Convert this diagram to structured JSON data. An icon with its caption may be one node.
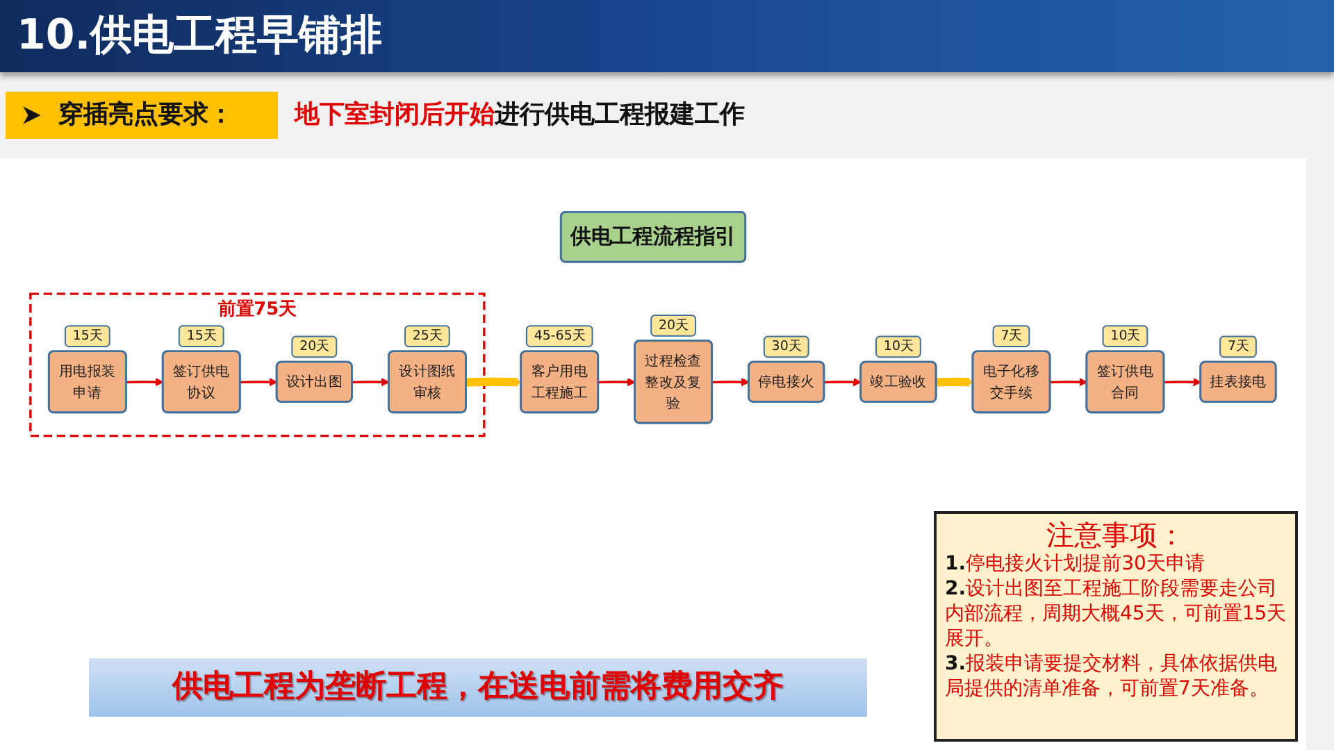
{
  "diagram": {
    "title": "10.供电工程早铺排",
    "nodes": [
      {
        "text": [
          "供电工程流程指引"
        ]
      },
      {
        "text": [
          "前置75天"
        ]
      },
      {
        "text": [
          "用电报装申请"
        ],
        "in": 1,
        "beside": [
          "15天"
        ]
      },
      {
        "text": [
          "签订供电协议"
        ],
        "in": 1,
        "beside": [
          "15天"
        ]
      },
      {
        "text": [
          "设计出图"
        ],
        "in": 1,
        "beside": [
          "20天"
        ]
      },
      {
        "text": [
          "设计图纸审核"
        ],
        "in": 1,
        "beside": [
          "25天"
        ]
      },
      {
        "text": [
          "竣工验收"
        ],
        "beside": [
          "10天"
        ]
      },
      {
        "text": [
          "停电接火"
        ],
        "beside": [
          "30天"
        ]
      },
      {
        "text": [
          "过程检查整改及复验"
        ],
        "beside": [
          "20天"
        ]
      },
      {
        "text": [
          "客户用电工程施工"
        ],
        "beside": [
          "45-65天"
        ]
      },
      {
        "text": [
          "电子化移交手续"
        ],
        "beside": [
          "7天"
        ]
      },
      {
        "text": [
          "签订供电合同"
        ],
        "beside": [
          "10天"
        ]
      },
      {
        "text": [
          "挂表接电"
        ],
        "beside": [
          "7天"
        ]
      }
    ],
    "edges": [
      {
        "from": 2,
        "to": 3,
        "arrow": "to"
      },
      {
        "from": 3,
        "to": 4,
        "arrow": "to"
      },
      {
        "from": 4,
        "to": 5,
        "arrow": "to"
      },
      {
        "from": 5,
        "to": 9,
        "arrow": "to",
        "style": "thick",
        "color": "#ffc000"
      },
      {
        "from": 9,
        "to": 8,
        "arrow": "to"
      },
      {
        "from": 8,
        "to": 7,
        "arrow": "to"
      },
      {
        "from": 7,
        "to": 6,
        "arrow": "to"
      },
      {
        "from": 6,
        "to": 10,
        "arrow": "to",
        "style": "thick",
        "color": "#ffc000"
      },
      {
        "from": 10,
        "to": 11,
        "arrow": "to"
      },
      {
        "from": 11,
        "to": 12,
        "arrow": "to"
      }
    ],
    "labels": [
      "穿插亮点要求：",
      "**地下室封闭后开始**进行供电工程报建工作",
      "注意事项：",
      "**1.**停电接火计划提前30天申请",
      "**2.**设计出图至工程施工阶段需要走公司内部流程，周期大概45天，可前置15天展开。",
      "**3.**报装申请要提交材料，具体依据供电局提供的清单准备，可前置7天准备。",
      "供电工程为垄断工程，在送电前需将费用交齐"
    ]
  }
}
